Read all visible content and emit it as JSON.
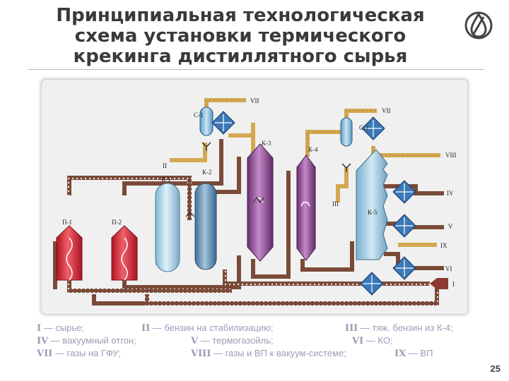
{
  "slide": {
    "title_lines": [
      "Принципиальная технологическая",
      "схема установки термического",
      "крекинга дистиллятного сырья"
    ],
    "page_number": "25",
    "logo_icon": "oil-drop-logo-icon"
  },
  "diagram": {
    "labels": {
      "p1": "П-1",
      "p2": "П-2",
      "k1": "К-1",
      "k2": "К-2",
      "k3": "К-3",
      "k4": "К-4",
      "k5": "К-5",
      "c1": "С-1",
      "c2": "С-2",
      "s_I": "I",
      "s_II": "II",
      "s_III": "III",
      "s_IV": "IV",
      "s_V": "V",
      "s_VI": "VI",
      "s_VII_a": "VII",
      "s_VII_b": "VII",
      "s_VIII": "VIII",
      "s_IX": "IX"
    },
    "colors": {
      "furnace": "#d81e28",
      "k1": "#a8d4e8",
      "k2": "#5d8fb8",
      "k3": "#8a4a8e",
      "k4": "#8a4a8e",
      "k5": "#8fc4de",
      "exchanger": "#3a78b8",
      "pipe_brown": "#7a4a38",
      "pipe_gold": "#d4a850"
    }
  },
  "legend": {
    "items": [
      {
        "num": "I",
        "text": "— сырье;"
      },
      {
        "num": "II",
        "text": "— бензин на стабилизацию;"
      },
      {
        "num": "III",
        "text": "— тяж. бензин из К-4;"
      },
      {
        "num": "IV",
        "text": "— вакуумный отгон;"
      },
      {
        "num": "V",
        "text": "— термогазойль;"
      },
      {
        "num": "VI",
        "text": "— КО;"
      },
      {
        "num": "VII",
        "text": "— газы на ГФУ;"
      },
      {
        "num": "VIII",
        "text": "— газы и ВП к вакуум-системе;"
      },
      {
        "num": "IX",
        "text": "— ВП"
      }
    ]
  }
}
